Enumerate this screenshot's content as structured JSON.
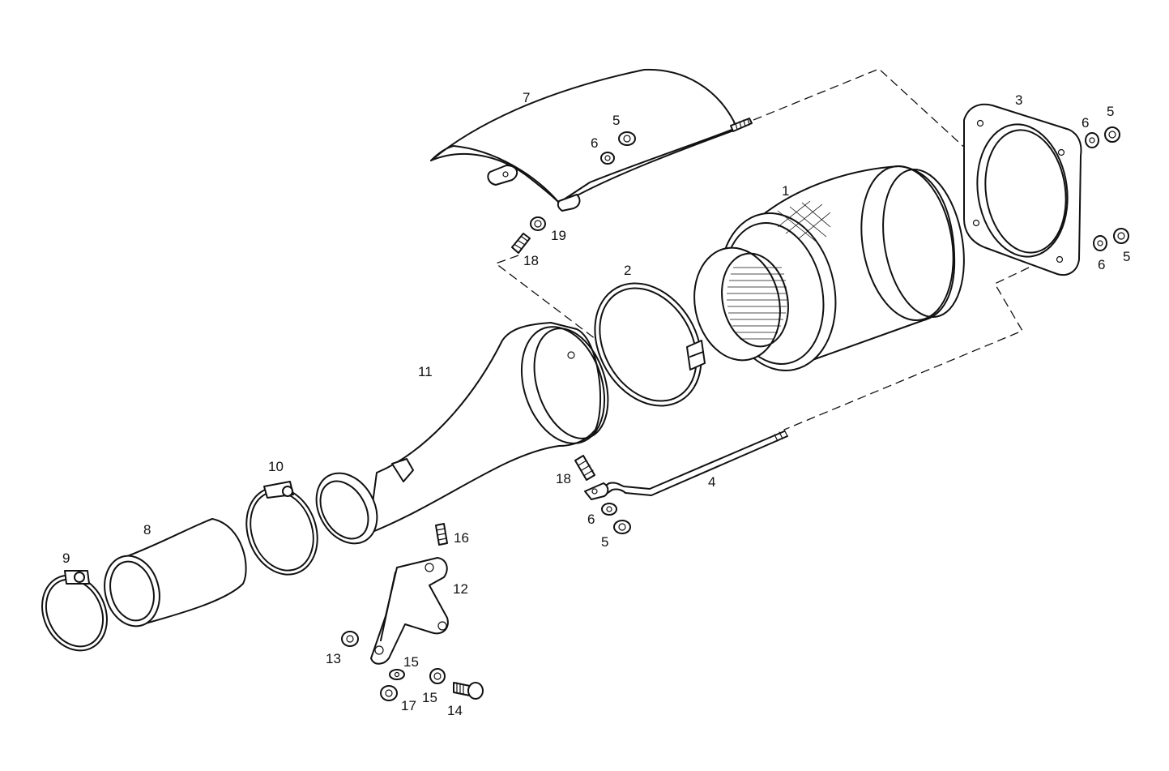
{
  "callouts": {
    "c1": "1",
    "c2": "2",
    "c3": "3",
    "c4": "4",
    "c5a": "5",
    "c5b": "5",
    "c5c": "5",
    "c5d": "5",
    "c6a": "6",
    "c6b": "6",
    "c6c": "6",
    "c6d": "6",
    "c7": "7",
    "c8": "8",
    "c9": "9",
    "c10": "10",
    "c11": "11",
    "c12": "12",
    "c13": "13",
    "c14": "14",
    "c15a": "15",
    "c15b": "15",
    "c16": "16",
    "c17": "17",
    "c18a": "18",
    "c18b": "18",
    "c19": "19"
  }
}
